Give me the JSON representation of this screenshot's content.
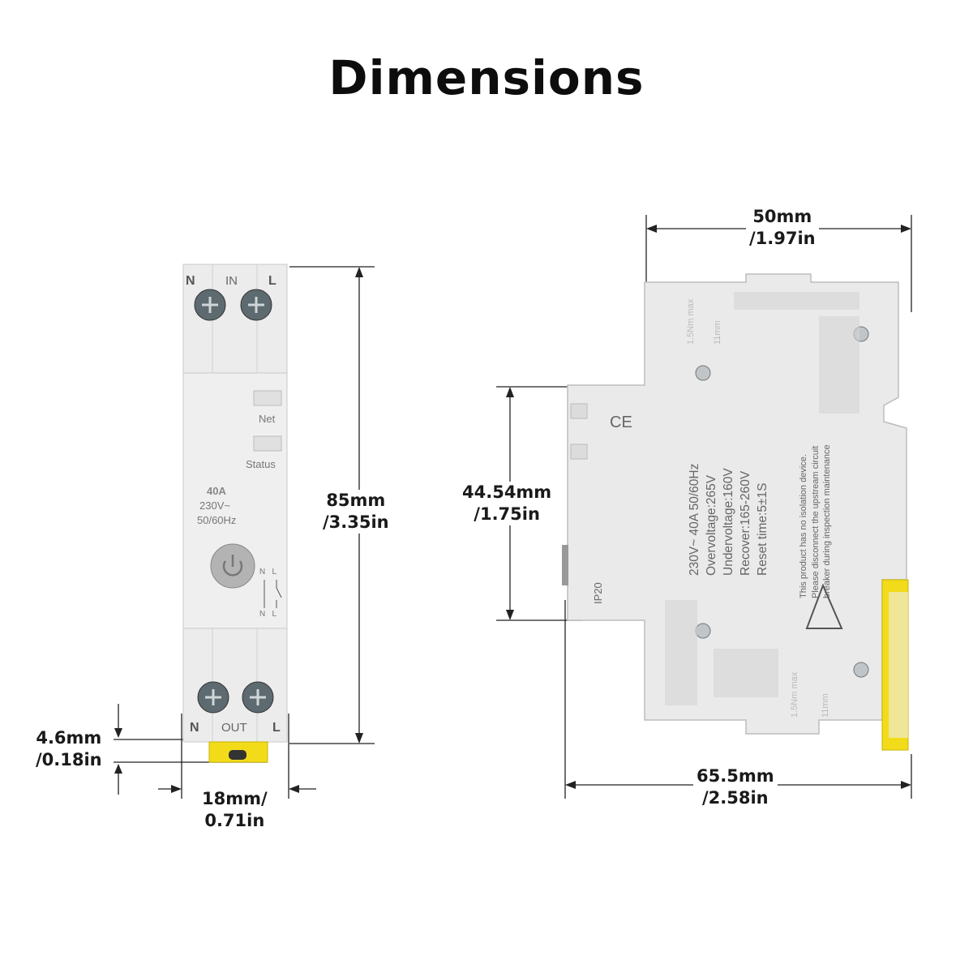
{
  "title": "Dimensions",
  "dimensions": {
    "height_mm": "85mm",
    "height_in": "/3.35in",
    "width_mm": "18mm/",
    "width_in": "0.71in",
    "clip_mm": "4.6mm",
    "clip_in": "/0.18in",
    "depth_mm": "50mm",
    "depth_in": "/1.97in",
    "length_mm": "65.5mm",
    "length_in": "/2.58in",
    "front_mm": "44.54mm",
    "front_in": "/1.75in"
  },
  "front": {
    "top_labels": [
      "N",
      "IN",
      "L"
    ],
    "bottom_labels": [
      "N",
      "OUT",
      "L"
    ],
    "net": "Net",
    "status": "Status",
    "rating": "40A",
    "voltage": "230V~",
    "freq": "50/60Hz",
    "diagram_top": "N   L",
    "diagram_bottom": "N   L"
  },
  "side": {
    "specs": [
      "230V~ 40A 50/60Hz",
      "Overvoltage:265V",
      "Undervoltage:160V",
      "Recover:165-260V",
      "Reset time:5±1S"
    ],
    "warning": [
      "This product has no isolation device.",
      "Please disconnect the upstream circuit",
      "breaker during inspection maintenance"
    ],
    "ip": "IP20",
    "ce": "CE",
    "torque": "1.5Nm max",
    "strip": "11mm"
  }
}
